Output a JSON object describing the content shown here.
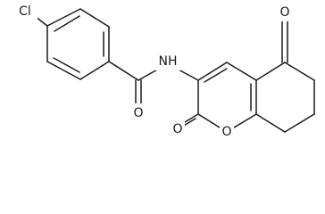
{
  "atoms": {
    "chlorine": "Cl",
    "amide_oxygen": "O",
    "amide_nitrogen": "NH",
    "ketone_oxygen": "O",
    "lactone_carbonyl_oxygen": "O",
    "ring_oxygen": "O"
  },
  "colors": {
    "bond": "#1a1a1a",
    "background": "#ffffff"
  }
}
